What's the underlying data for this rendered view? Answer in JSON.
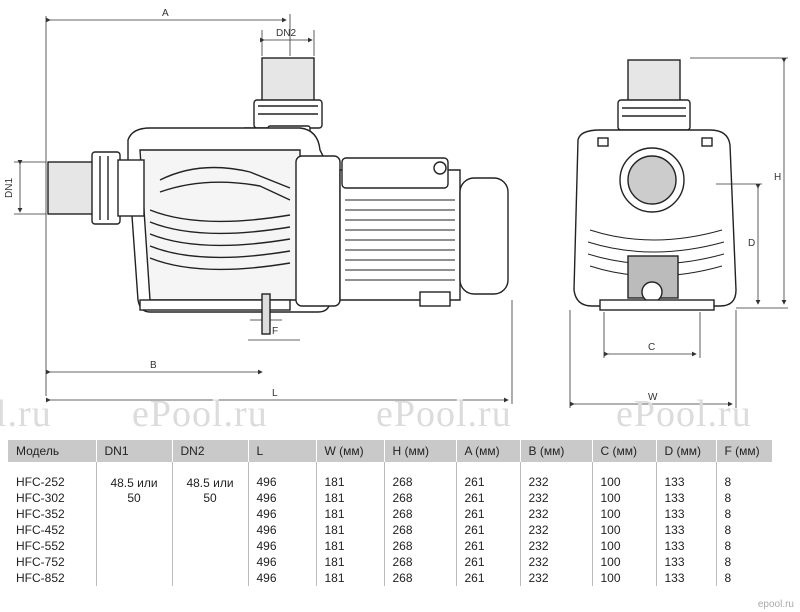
{
  "dimensions": {
    "A": "A",
    "DN2": "DN2",
    "DN1": "DN1",
    "F": "F",
    "B": "B",
    "L": "L",
    "H": "H",
    "D": "D",
    "C": "C",
    "W": "W"
  },
  "watermark": [
    "l.ru",
    "ePool.ru",
    "ePool.ru",
    "ePool.ru"
  ],
  "table": {
    "headers": [
      "Модель",
      "DN1",
      "DN2",
      "L",
      "W (мм)",
      "H (мм)",
      "A (мм)",
      "B (мм)",
      "C (мм)",
      "D (мм)",
      "F (мм)"
    ],
    "dn1": "48.5 или 50",
    "dn2": "48.5 или 50",
    "rows": [
      {
        "model": "HFC-252",
        "L": "496",
        "W": "181",
        "H": "268",
        "A": "261",
        "B": "232",
        "C": "100",
        "D": "133",
        "F": "8"
      },
      {
        "model": "HFC-302",
        "L": "496",
        "W": "181",
        "H": "268",
        "A": "261",
        "B": "232",
        "C": "100",
        "D": "133",
        "F": "8"
      },
      {
        "model": "HFC-352",
        "L": "496",
        "W": "181",
        "H": "268",
        "A": "261",
        "B": "232",
        "C": "100",
        "D": "133",
        "F": "8"
      },
      {
        "model": "HFC-452",
        "L": "496",
        "W": "181",
        "H": "268",
        "A": "261",
        "B": "232",
        "C": "100",
        "D": "133",
        "F": "8"
      },
      {
        "model": "HFC-552",
        "L": "496",
        "W": "181",
        "H": "268",
        "A": "261",
        "B": "232",
        "C": "100",
        "D": "133",
        "F": "8"
      },
      {
        "model": "HFC-752",
        "L": "496",
        "W": "181",
        "H": "268",
        "A": "261",
        "B": "232",
        "C": "100",
        "D": "133",
        "F": "8"
      },
      {
        "model": "HFC-852",
        "L": "496",
        "W": "181",
        "H": "268",
        "A": "261",
        "B": "232",
        "C": "100",
        "D": "133",
        "F": "8"
      }
    ]
  },
  "brand": "epool.ru"
}
